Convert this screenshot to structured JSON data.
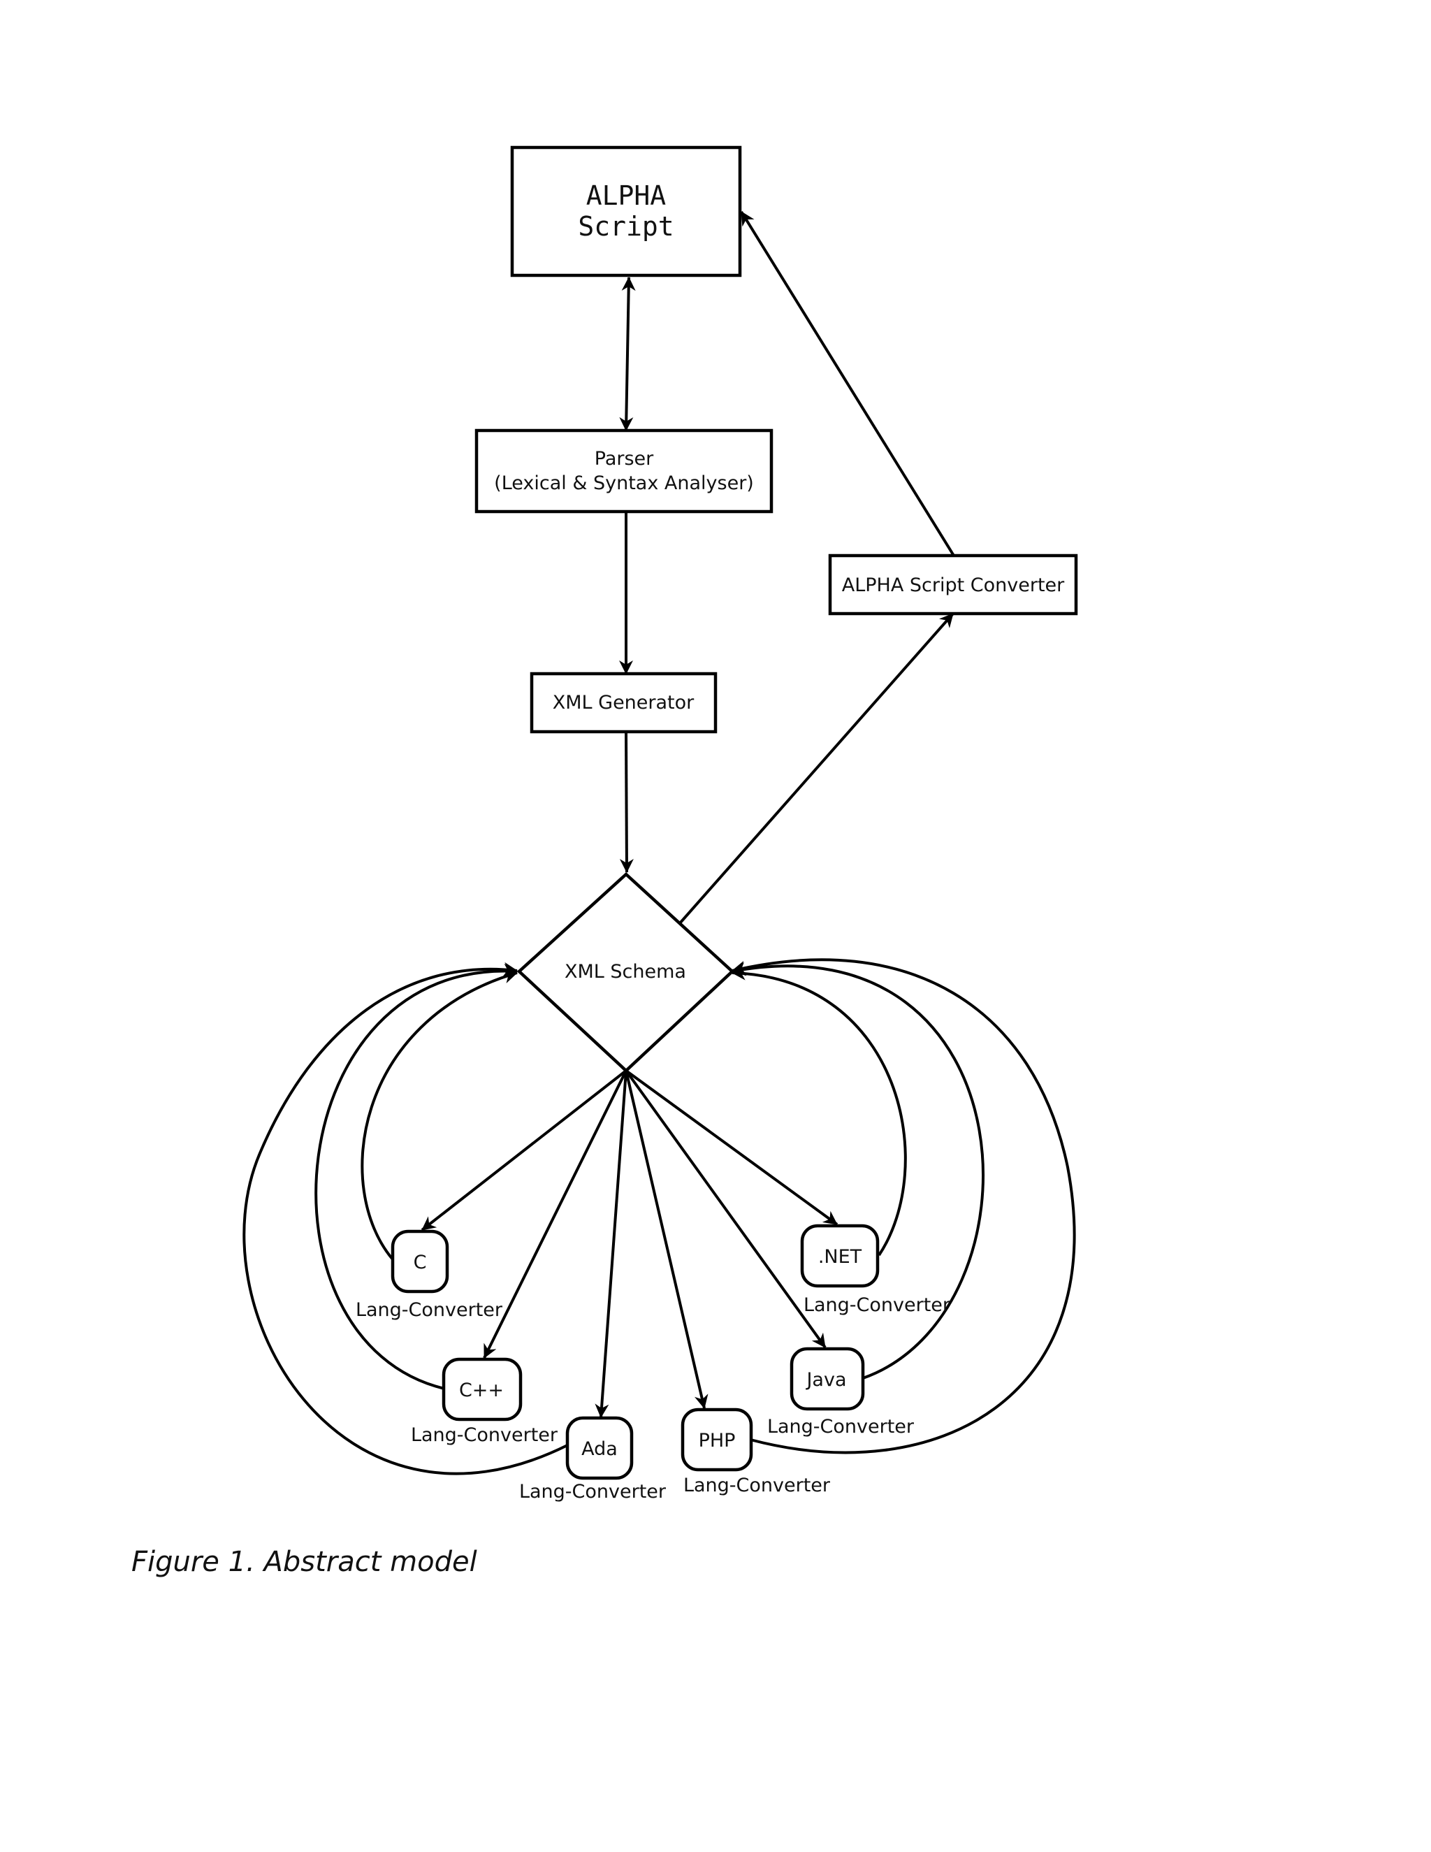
{
  "nodes": {
    "alpha_script": {
      "line1": "ALPHA",
      "line2": "Script"
    },
    "parser": {
      "line1": "Parser",
      "line2": "(Lexical & Syntax Analyser)"
    },
    "xml_generator": {
      "label": "XML Generator"
    },
    "xml_schema": {
      "label": "XML Schema"
    },
    "alpha_converter": {
      "label": "ALPHA Script Converter"
    }
  },
  "converters": {
    "c": {
      "name": "C",
      "caption": "Lang-Converter"
    },
    "cpp": {
      "name": "C++",
      "caption": "Lang-Converter"
    },
    "ada": {
      "name": "Ada",
      "caption": "Lang-Converter"
    },
    "php": {
      "name": "PHP",
      "caption": "Lang-Converter"
    },
    "java": {
      "name": "Java",
      "caption": "Lang-Converter"
    },
    "net": {
      "name": ".NET",
      "caption": "Lang-Converter"
    }
  },
  "caption": "Figure 1. Abstract model"
}
